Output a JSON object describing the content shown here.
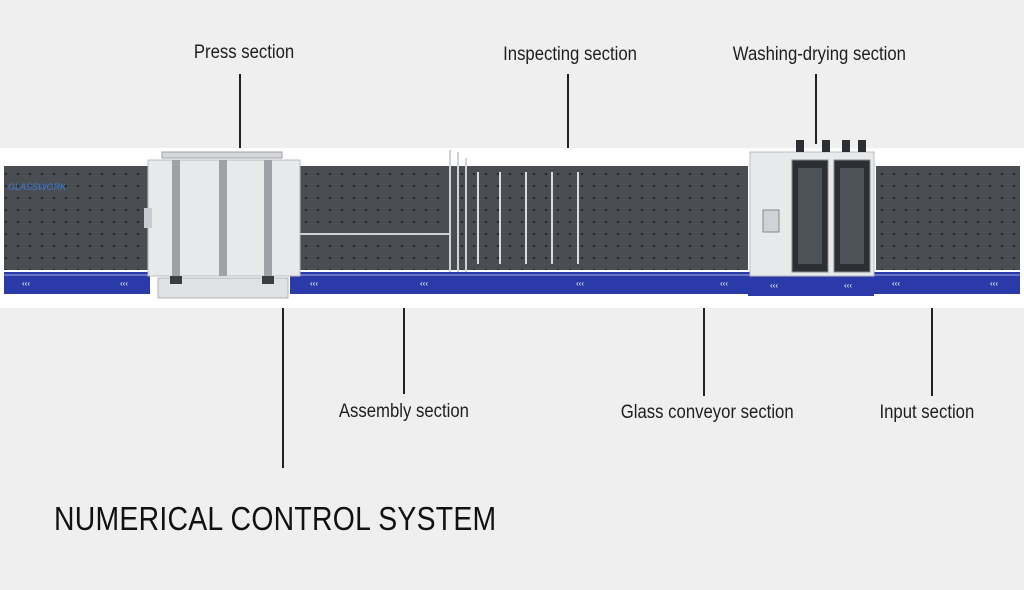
{
  "labels": {
    "press": "Press section",
    "inspecting": "Inspecting section",
    "washing_drying": "Washing-drying section",
    "assembly": "Assembly section",
    "glass_conveyor": "Glass conveyor section",
    "input": "Input section"
  },
  "title": "NUMERICAL CONTROL SYSTEM",
  "logo_text": "GLASSWORK",
  "conveyor_arrow": "‹‹‹",
  "colors": {
    "panel": "#4a4d52",
    "conveyor": "#2a3aa8",
    "housing": "#e8e9ea"
  }
}
